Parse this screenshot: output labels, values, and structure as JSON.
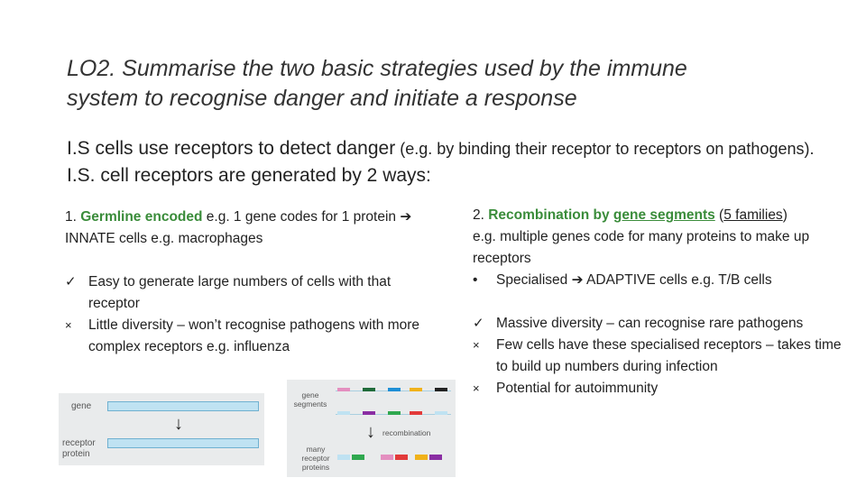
{
  "title": {
    "line1": "LO2. Summarise the two basic strategies used by the immune",
    "line2": "system to recognise danger and initiate a response"
  },
  "intro": {
    "part1": "I.S cells use receptors to detect danger",
    "part2": " (e.g. by binding their receptor to receptors on pathogens).",
    "part3": " I.S. cell receptors are generated by 2 ways:"
  },
  "left": {
    "num": "1. ",
    "green": "Germline encoded",
    "rest": " e.g. 1 gene codes for 1 protein ",
    "arrow": "➔",
    "rest2": " INNATE cells e.g. macrophages",
    "bullets": [
      {
        "mark": "✓",
        "text": "Easy to generate large numbers of cells with that receptor"
      },
      {
        "mark": "×",
        "text": "Little diversity – won’t recognise pathogens with more complex receptors e.g. influenza"
      }
    ]
  },
  "right": {
    "num": "2. ",
    "green": "Recombination by ",
    "green_ul": "gene segments",
    "paren_open": " (",
    "paren_ul": "5 families",
    "paren_close": ")",
    "line2": "e.g. multiple genes code for many proteins to make up receptors",
    "dot_bullet": {
      "mark": "•",
      "text_a": "Specialised ",
      "arrow": "➔",
      "text_b": " ADAPTIVE cells e.g. T/B cells"
    },
    "bullets": [
      {
        "mark": "✓",
        "text": "Massive diversity – can recognise rare pathogens"
      },
      {
        "mark": "×",
        "text": "Few cells have these specialised receptors – takes time to build up numbers during infection"
      },
      {
        "mark": "×",
        "text": "Potential for autoimmunity"
      }
    ]
  },
  "fig1": {
    "gene": "gene",
    "receptor": "receptor",
    "protein": "protein",
    "arrow": "↓"
  },
  "fig2": {
    "gene_segments_1": "gene",
    "gene_segments_2": "segments",
    "recombination": "recombination",
    "many1": "many",
    "many2": "receptor",
    "many3": "proteins",
    "arrow": "↓",
    "colors": [
      "#e48fc0",
      "#1f6b3a",
      "#1e8fd6",
      "#222222",
      "#8a2ea3",
      "#2fa84f",
      "#e23a3a",
      "#f0b21a"
    ]
  }
}
